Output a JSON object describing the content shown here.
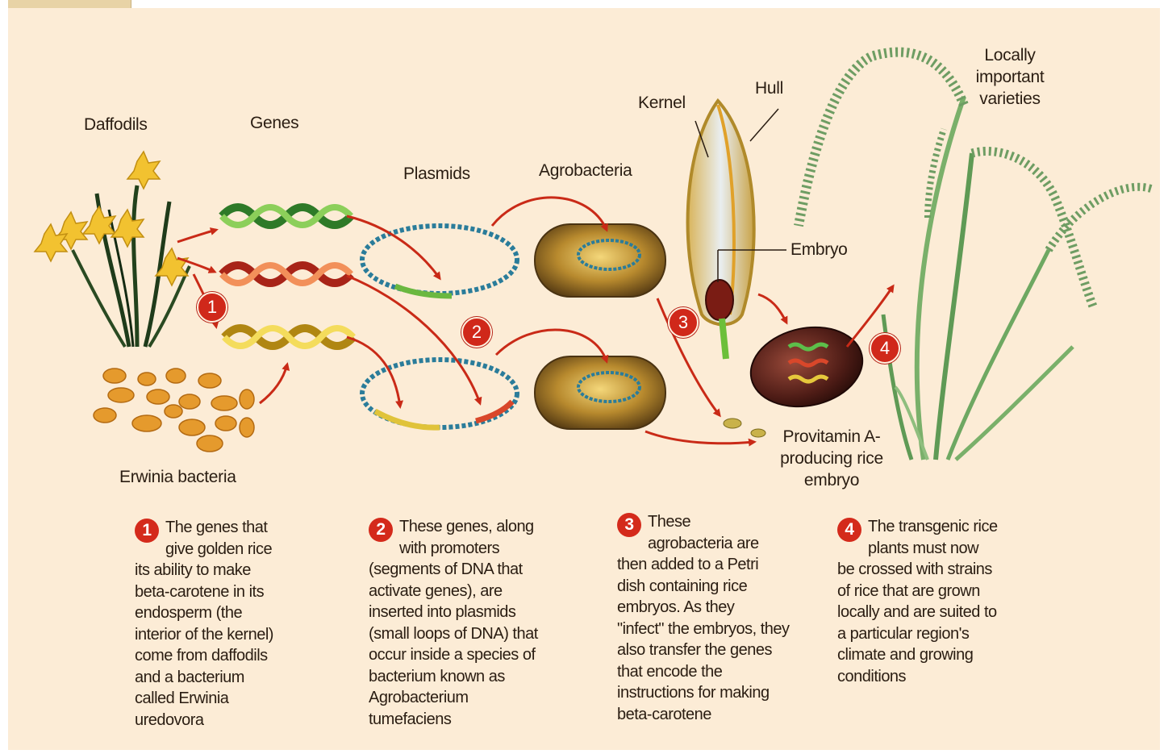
{
  "labels": {
    "daffodils": "Daffodils",
    "genes": "Genes",
    "plasmids": "Plasmids",
    "agrobacteria": "Agrobacteria",
    "kernel": "Kernel",
    "hull": "Hull",
    "embryo": "Embryo",
    "varieties_line1": "Locally",
    "varieties_line2": "important",
    "varieties_line3": "varieties",
    "erwinia": "Erwinia bacteria",
    "provitamin_line1": "Provitamin A-",
    "provitamin_line2": "producing rice",
    "provitamin_line3": "embryo"
  },
  "badges": {
    "b1": "1",
    "b2": "2",
    "b3": "3",
    "b4": "4"
  },
  "steps": [
    {
      "num": "1",
      "l1": "The genes that",
      "l2": "give golden rice",
      "l3": "its ability to make",
      "l4": "beta-carotene in its",
      "l5": "endosperm (the",
      "l6": "interior of the kernel)",
      "l7": "come from daffodils",
      "l8": "and a bacterium",
      "l9": "called Erwinia",
      "l10": "uredovora"
    },
    {
      "num": "2",
      "l1": "These genes, along",
      "l2": "with promoters",
      "l3": "(segments of DNA that",
      "l4": "activate genes), are",
      "l5": "inserted into plasmids",
      "l6": "(small loops of DNA) that",
      "l7": "occur inside a species of",
      "l8": "bacterium known as",
      "l9": "Agrobacterium",
      "l10": "tumefaciens"
    },
    {
      "num": "3",
      "l1": "These",
      "l2": "agrobacteria are",
      "l3": "then added to a Petri",
      "l4": "dish containing rice",
      "l5": "embryos. As they",
      "l6": "\"infect\" the embryos, they",
      "l7": "also transfer the genes",
      "l8": "that encode the",
      "l9": "instructions for making",
      "l10": "beta-carotene"
    },
    {
      "num": "4",
      "l1": "The transgenic rice",
      "l2": "plants must now",
      "l3": "be crossed with strains",
      "l4": "of rice that are grown",
      "l5": "locally and are suited to",
      "l6": "a particular region's",
      "l7": "climate and growing",
      "l8": "conditions"
    }
  ],
  "colors": {
    "background": "#fcecd6",
    "arrow": "#c92a17",
    "badge": "#d42a1b",
    "text": "#2a1d12"
  }
}
